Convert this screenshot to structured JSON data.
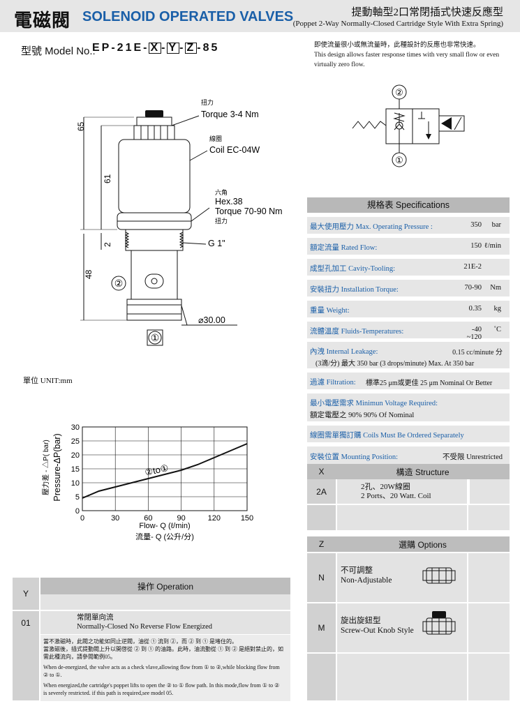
{
  "header": {
    "title_zh": "電磁閥",
    "title_en": "SOLENOID OPERATED VALVES",
    "subtitle_zh": "提動軸型2口常閉插式快速反應型",
    "subtitle_en": "(Poppet 2-Way Normally-Closed Cartridge Style With Extra Spring)"
  },
  "model": {
    "label": "型號 Model No.:",
    "code_prefix": "EP-21E-",
    "x": "X",
    "y": "Y",
    "z": "Z",
    "suffix": "-85",
    "dash": "-"
  },
  "description": {
    "zh": "即使流量很小或無流量時，此種設計的反應也非常快速。",
    "en": "This design allows faster response times with very small flow or even virtually zero flow."
  },
  "drawing": {
    "torque_zh": "扭力",
    "torque": "Torque 3-4 Nm",
    "coil_zh": "線圈",
    "coil": "Coil EC-04W",
    "hex_zh": "六角",
    "hex": "Hex.38",
    "hex_torque": "Torque 70-90 Nm",
    "hex_torque_zh": "扭力",
    "thread": "G 1\"",
    "dim_65": "65",
    "dim_61": "61",
    "dim_2": "2",
    "dim_48": "48",
    "dim_dia": "⌀30.00",
    "port1": "①",
    "port2": "②"
  },
  "unit": "單位 UNIT:mm",
  "specifications": {
    "title": "規格表 Specifications",
    "rows": [
      {
        "label": "最大使用壓力 Max. Operating Pressure :",
        "value": "350",
        "unit": "bar"
      },
      {
        "label": "額定流量 Rated Flow:",
        "value": "150",
        "unit": "ℓ/min"
      },
      {
        "label": "成型孔加工 Cavity-Tooling:",
        "value": "21E-2",
        "unit": ""
      },
      {
        "label": "安裝扭力 Installation Torque:",
        "value": "70-90",
        "unit": "Nm"
      },
      {
        "label": "重量 Weight:",
        "value": "0.35",
        "unit": "kg"
      },
      {
        "label": "流體溫度 Fluids-Temperatures:",
        "value": "-40 ~120",
        "unit": "˚C"
      }
    ],
    "leakage_label": "內洩 Internal Leakage:",
    "leakage_value": "0.15 cc/minute 分",
    "leakage_line2": "(3滴/分) 最大 350 bar   (3 drops/minute) Max. At 350 bar",
    "filtration_label": "過濾 Filtration:",
    "filtration_value": "標準25 μm或更佳 25 μm Nominal Or Better",
    "min_voltage_label": "最小電壓需求 Minimun Voltage Required:",
    "min_voltage_value": "額定電壓之 90%     90% Of Nominal",
    "coil_note": "線圈需單獨訂購 Coils Must Be Ordered Separately",
    "mount_label": "安裝位置 Mounting Position:",
    "mount_value": "不受限  Unrestricted"
  },
  "structure": {
    "col_code": "X",
    "title": "構造 Structure",
    "rows": [
      {
        "code": "2A",
        "zh": "2孔、20W線圈",
        "en": "2 Ports、20 Watt. Coil"
      }
    ]
  },
  "options": {
    "col_code": "Z",
    "title": "選購 Options",
    "rows": [
      {
        "code": "N",
        "zh": "不可調整",
        "en": "Non-Adjustable"
      },
      {
        "code": "M",
        "zh": "旋出旋鈕型",
        "en": "Screw-Out Knob Style"
      }
    ]
  },
  "operation": {
    "col_code": "Y",
    "title": "操作 Operation",
    "row_code": "01",
    "row_zh": "常閉單向流",
    "row_en": "Normally-Closed No Reverse Flow Energized",
    "notes_zh1": "當不激磁時，此閥之功能如同止逆閥，油從 ① 流到 ②，而 ② 到 ① 是堵住的。",
    "notes_zh2": "當激磁後，插式提動閥上升以開啓從 ② 到 ① 的油路。此時，油流動從 ① 到 ② 是絕對禁止的，如需此種流向，請參閱範例05。",
    "notes_en1": "When de-energized, the valve acts as a check vlave,allowing flow from ① to ②,while blocking flow from ② to ①.",
    "notes_en2": "When energized,the cartridge's poppet lifts to open the ② to ① flow path. In this mode,flow from ① to ② is severely restricted. if this path is required,see model 05."
  },
  "chart_data": {
    "type": "line",
    "x": [
      0,
      15,
      30,
      45,
      60,
      75,
      90,
      105,
      120,
      135,
      150
    ],
    "series": [
      {
        "name": "②to①",
        "values": [
          4.5,
          7.0,
          8.5,
          10.0,
          11.5,
          13.0,
          14.5,
          16.5,
          19.0,
          21.5,
          24.0
        ]
      }
    ],
    "xlim": [
      0,
      150
    ],
    "ylim": [
      0,
      30
    ],
    "xticks": [
      0,
      30,
      60,
      90,
      120,
      150
    ],
    "yticks": [
      0,
      5,
      10,
      15,
      20,
      25,
      30
    ],
    "xlabel": "Flow- Q (ℓ/min)",
    "xlabel_zh": "流量- Q (公升/分)",
    "ylabel_zh": "壓力差 - △P( bar)",
    "ylabel": "Pressure-ΔP(bar)",
    "series_label": "②to①",
    "grid": true
  }
}
